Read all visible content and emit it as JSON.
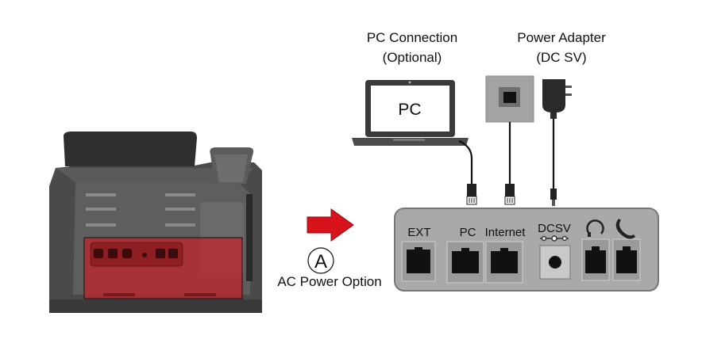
{
  "labels": {
    "pc_connection_line1": "PC Connection",
    "pc_connection_line2": "(Optional)",
    "power_adapter_line1": "Power Adapter",
    "power_adapter_line2": "(DC SV)",
    "pc_screen": "PC",
    "option_letter": "A",
    "ac_power_option": "AC Power Option"
  },
  "ports": {
    "ext": "EXT",
    "pc": "PC",
    "internet": "Internet",
    "dc": "DCSV"
  },
  "colors": {
    "highlight": "#c0262b",
    "arrow": "#d9131b",
    "panel_bg": "#a9a9a9",
    "phone_body": "#4a4a4a"
  },
  "icons": [
    "headset-icon",
    "handset-icon"
  ]
}
